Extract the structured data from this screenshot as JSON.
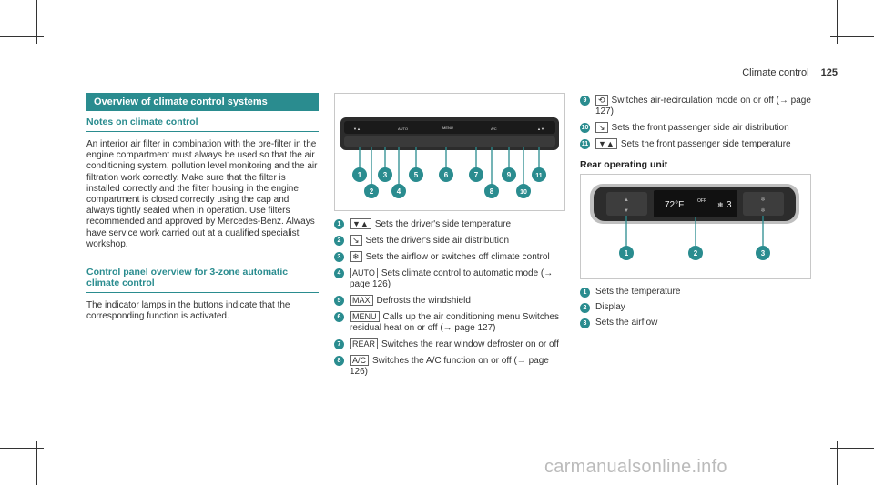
{
  "header": {
    "title": "Climate control",
    "page": "125"
  },
  "col1": {
    "section_title": "Overview of climate control systems",
    "sub1": "Notes on climate control",
    "para1": "An interior air filter in combination with the pre-filter in the engine compartment must always be used so that the air conditioning system, pollution level monitoring and the air filtration work correctly. Make sure that the filter is installed correctly and the filter housing in the engine compartment is closed correctly using the cap and always tightly sealed when in operation. Use filters recommended and approved by Mercedes-Benz. Always have service work carried out at a qualified specialist workshop.",
    "sub2": "Control panel overview for 3-zone automatic climate control",
    "para2": "The indicator lamps in the buttons indicate that the corresponding function is activated."
  },
  "fig1": {
    "callouts": [
      "1",
      "2",
      "3",
      "4",
      "5",
      "6",
      "7",
      "8",
      "9",
      "10",
      "11"
    ],
    "labels": [
      "AUTO",
      "MENU",
      "A/C"
    ]
  },
  "col2": {
    "items": [
      {
        "n": "1",
        "sym": "▼▲",
        "text": "Sets the driver's side temperature"
      },
      {
        "n": "2",
        "sym": "↘",
        "text": "Sets the driver's side air distribution"
      },
      {
        "n": "3",
        "sym": "❄",
        "text": "Sets the airflow or switches off climate control"
      },
      {
        "n": "4",
        "sym": "AUTO",
        "text": "Sets climate control to automatic mode (→ page 126)"
      },
      {
        "n": "5",
        "sym": "MAX",
        "text": "Defrosts the windshield"
      },
      {
        "n": "6",
        "sym": "MENU",
        "text": "Calls up the air conditioning menu Switches residual heat on or off (→ page 127)"
      },
      {
        "n": "7",
        "sym": "REAR",
        "text": "Switches the rear window defroster on or off"
      },
      {
        "n": "8",
        "sym": "A/C",
        "text": "Switches the A/C function on or off (→ page 126)"
      }
    ]
  },
  "col3": {
    "items": [
      {
        "n": "9",
        "sym": "⟲",
        "text": "Switches air-recirculation mode on or off (→ page 127)"
      },
      {
        "n": "10",
        "sym": "↘",
        "text": "Sets the front passenger side air distribution"
      },
      {
        "n": "11",
        "sym": "▼▲",
        "text": "Sets the front passenger side temperature"
      }
    ],
    "rear_title": "Rear operating unit",
    "rear_items": [
      {
        "n": "1",
        "text": "Sets the temperature"
      },
      {
        "n": "2",
        "text": "Display"
      },
      {
        "n": "3",
        "text": "Sets the airflow"
      }
    ]
  },
  "fig2": {
    "display_temp": "72°F",
    "display_off": "OFF",
    "display_fan": "3",
    "callouts": [
      "1",
      "2",
      "3"
    ]
  },
  "watermark": "carmanualsonline.info"
}
